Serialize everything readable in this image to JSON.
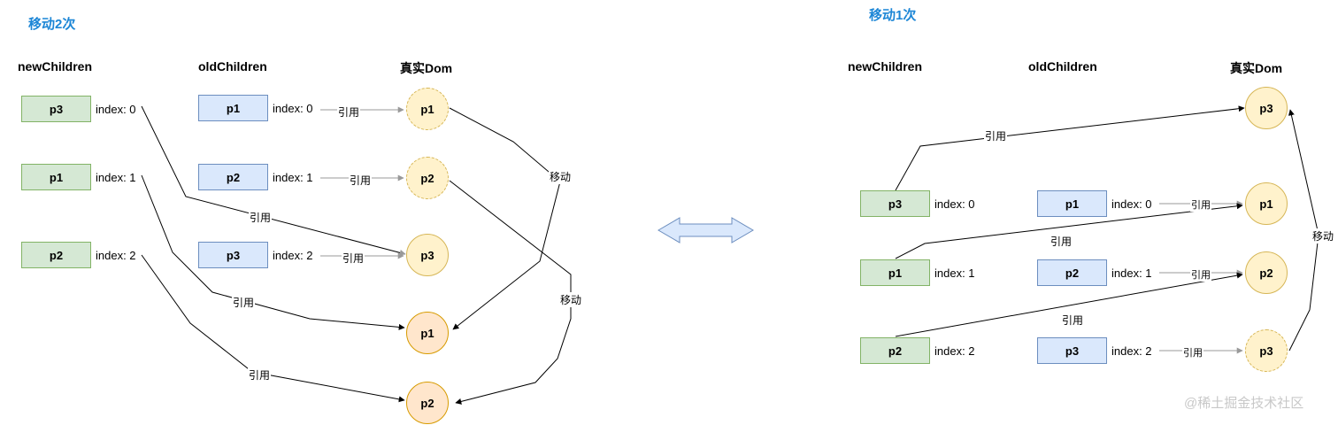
{
  "left": {
    "title": "移动2次",
    "headers": {
      "new_children": "newChildren",
      "old_children": "oldChildren",
      "real_dom": "真实Dom"
    },
    "new_children": [
      {
        "label": "p3",
        "index": "index: 0"
      },
      {
        "label": "p1",
        "index": "index: 1"
      },
      {
        "label": "p2",
        "index": "index: 2"
      }
    ],
    "old_children": [
      {
        "label": "p1",
        "index": "index: 0"
      },
      {
        "label": "p2",
        "index": "index: 1"
      },
      {
        "label": "p3",
        "index": "index: 2"
      }
    ],
    "old_dom": [
      "p1",
      "p2",
      "p3"
    ],
    "new_dom": [
      "p1",
      "p2"
    ],
    "ref_label": "引用",
    "move_label": "移动"
  },
  "right": {
    "title": "移动1次",
    "headers": {
      "new_children": "newChildren",
      "old_children": "oldChildren",
      "real_dom": "真实Dom"
    },
    "new_children": [
      {
        "label": "p3",
        "index": "index: 0"
      },
      {
        "label": "p1",
        "index": "index: 1"
      },
      {
        "label": "p2",
        "index": "index: 2"
      }
    ],
    "old_children": [
      {
        "label": "p1",
        "index": "index: 0"
      },
      {
        "label": "p2",
        "index": "index: 1"
      },
      {
        "label": "p3",
        "index": "index: 2"
      }
    ],
    "dom": [
      "p3",
      "p1",
      "p2",
      "p3"
    ],
    "ref_label": "引用",
    "move_label": "移动"
  },
  "watermark": "@稀土掘金技术社区",
  "colors": {
    "title": "#1c86d6",
    "green_fill": "#d5e8d4",
    "green_stroke": "#82b366",
    "blue_fill": "#dae8fc",
    "blue_stroke": "#6c8ebf",
    "yellow_fill": "#fff2cc",
    "yellow_stroke": "#d6b656",
    "orange_fill": "#ffe6cc",
    "orange_stroke": "#d79b00",
    "arrow_fill": "#dae8fc",
    "arrow_stroke": "#6c8ebf"
  }
}
